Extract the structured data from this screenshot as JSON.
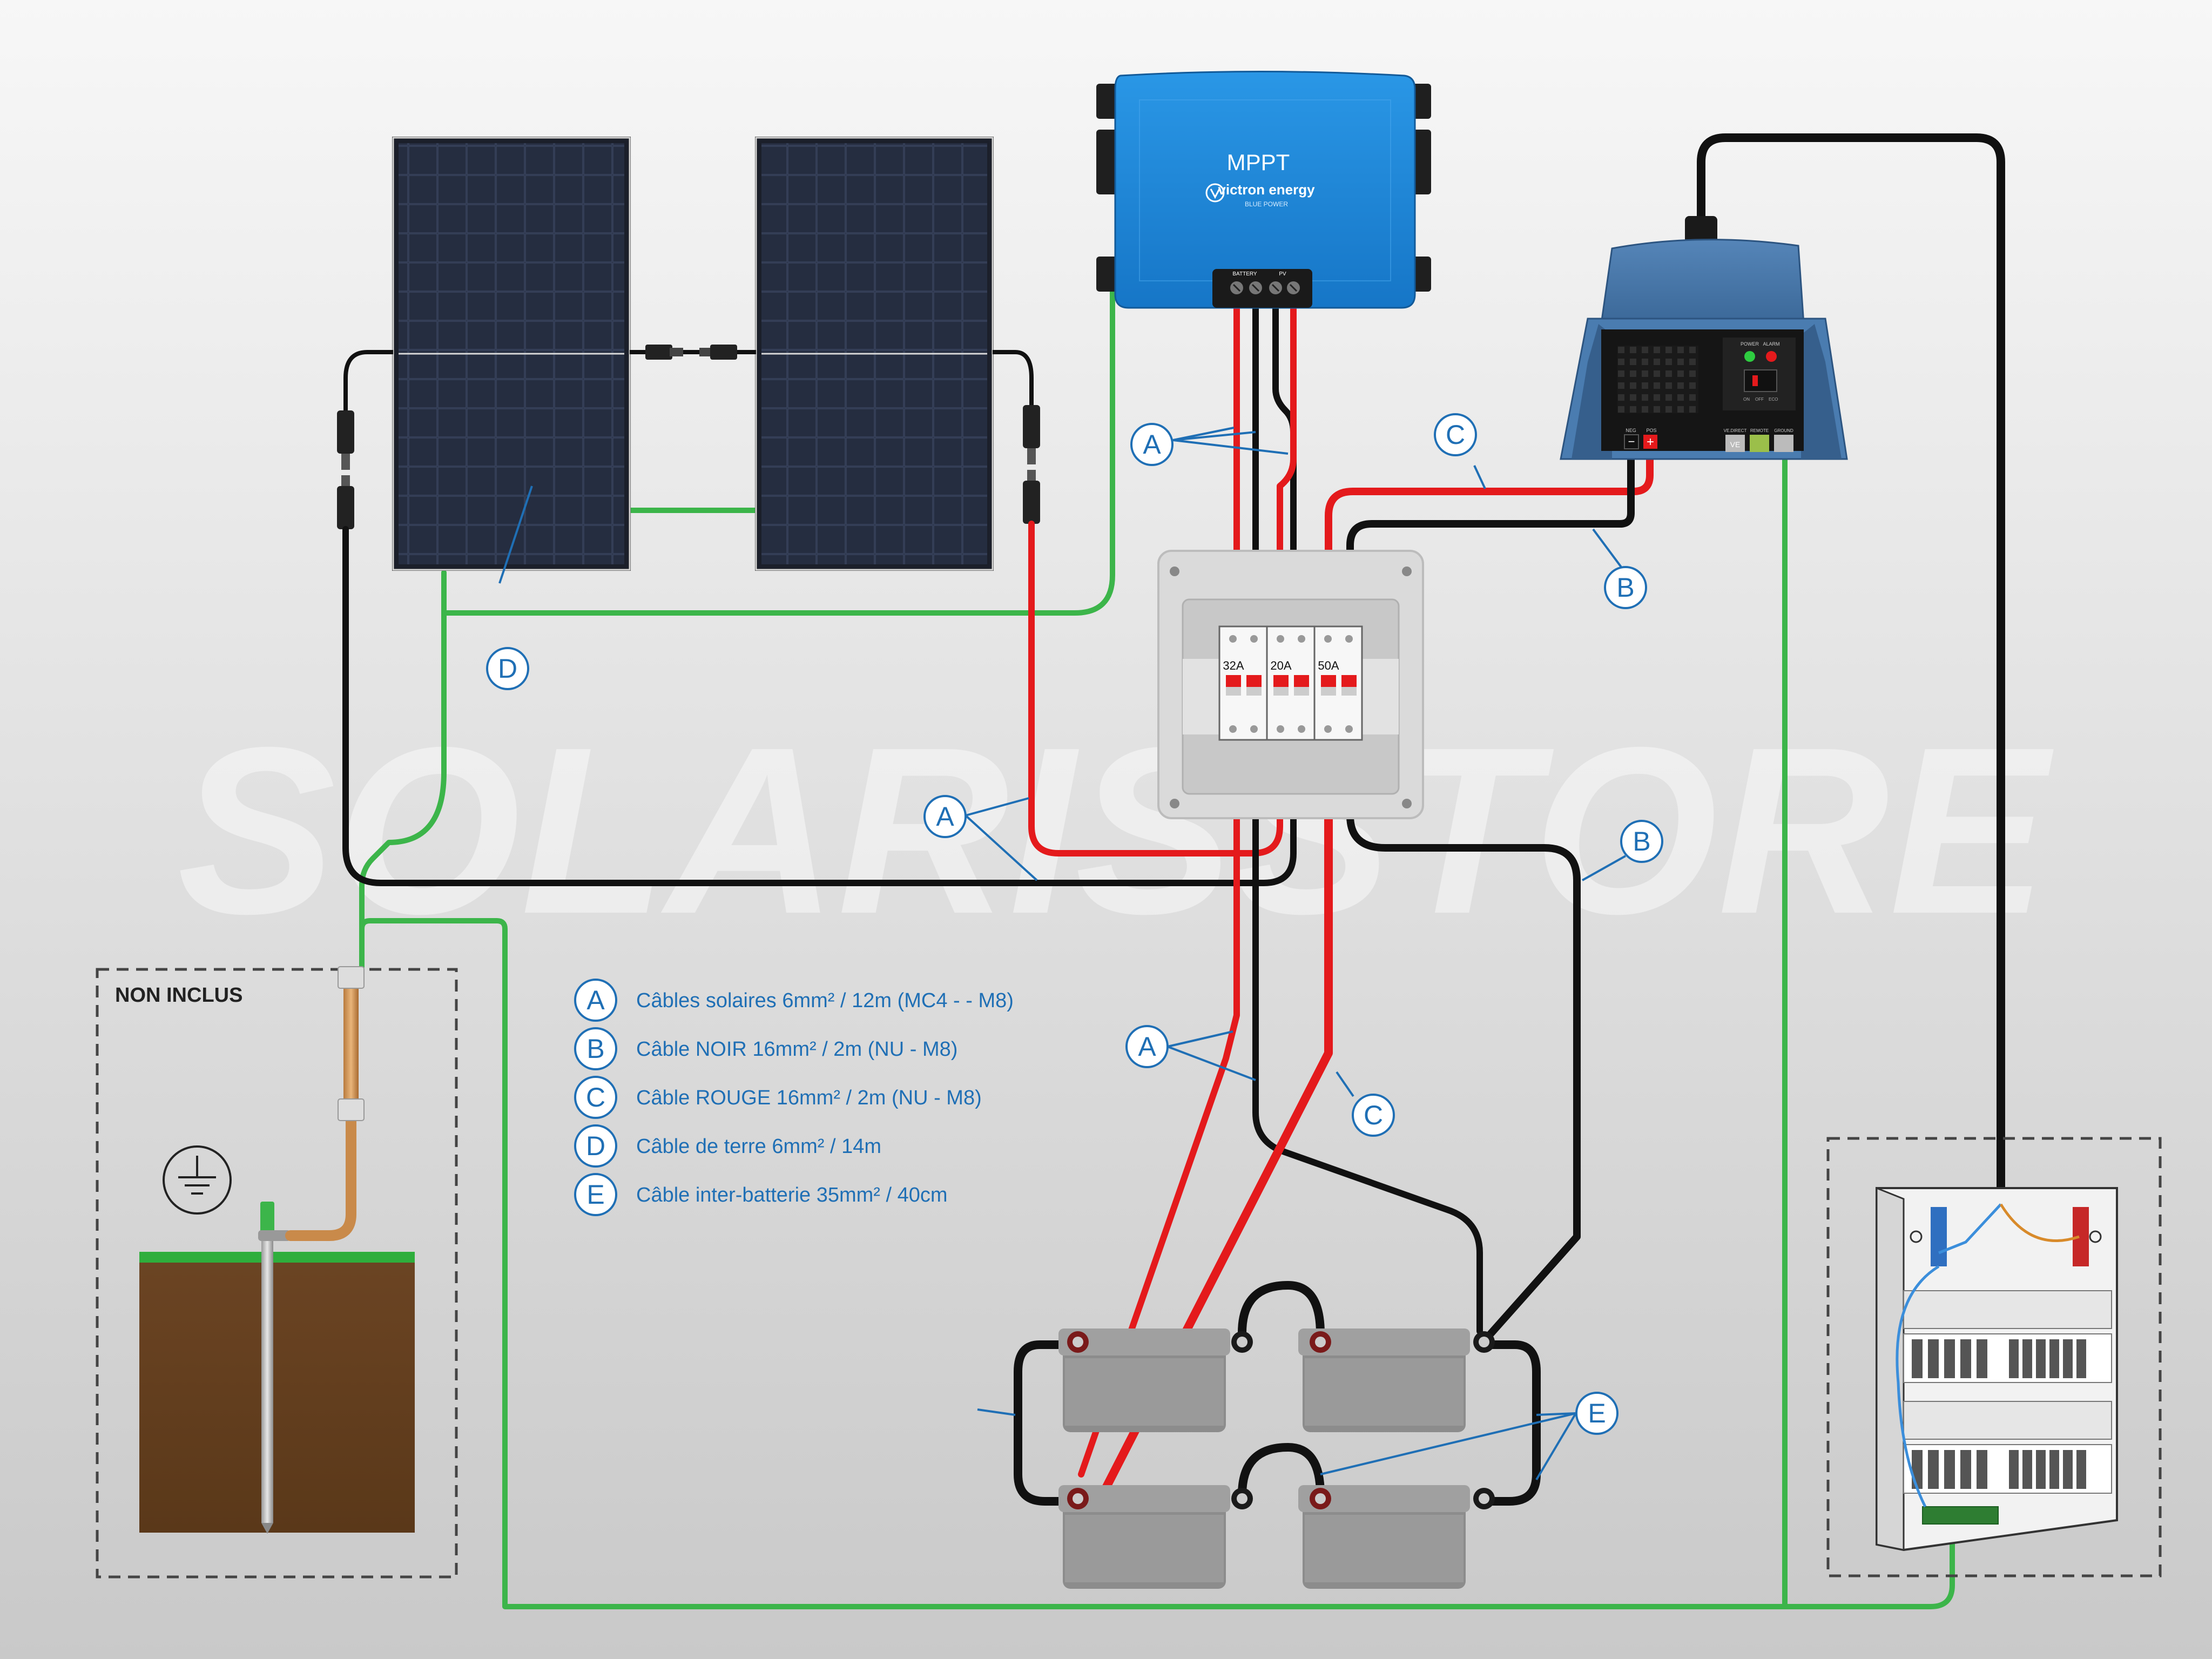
{
  "watermark": "SOLARISSTORE",
  "mppt": {
    "title": "MPPT",
    "brand": "victron energy",
    "brand_sub": "BLUE POWER",
    "terminal_battery": "BATTERY",
    "terminal_pv": "PV"
  },
  "inverter": {
    "led_power": "POWER",
    "led_alarm": "ALARM",
    "switch_labels": [
      "ON",
      "OFF",
      "ECO"
    ],
    "terminal_minus_label": "NEG",
    "terminal_plus_label": "POS",
    "port_labels": [
      "VE.DIRECT",
      "REMOTE",
      "GROUND"
    ],
    "port_ve_text": "VE"
  },
  "breakers": [
    {
      "rating": "32A"
    },
    {
      "rating": "20A"
    },
    {
      "rating": "50A"
    }
  ],
  "non_inclus": "NON INCLUS",
  "callouts": {
    "a": "A",
    "b": "B",
    "c": "C",
    "d": "D",
    "e": "E"
  },
  "legend": [
    {
      "letter": "A",
      "text": "Câbles solaires 6mm² / 12m (MC4 - - M8)"
    },
    {
      "letter": "B",
      "text": "Câble NOIR 16mm² / 2m (NU - M8)"
    },
    {
      "letter": "C",
      "text": "Câble ROUGE 16mm² / 2m (NU - M8)"
    },
    {
      "letter": "D",
      "text": "Câble de terre 6mm² / 14m"
    },
    {
      "letter": "E",
      "text": "Câble inter-batterie 35mm² / 40cm"
    }
  ],
  "colors": {
    "cable_red": "#e41a1c",
    "cable_black": "#111111",
    "cable_green": "#3cb54a",
    "callout_blue": "#1f6fb5",
    "mppt_blue": "#1b86d8",
    "inverter_blue": "#3f73a8"
  }
}
